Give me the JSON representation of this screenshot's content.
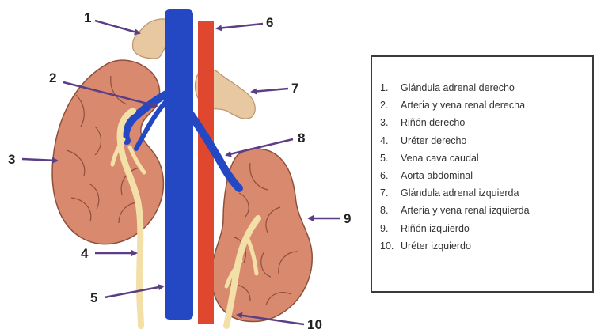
{
  "diagram": {
    "callout_numbers": [
      "1",
      "2",
      "3",
      "4",
      "5",
      "6",
      "7",
      "8",
      "9",
      "10"
    ]
  },
  "colors": {
    "vena_cava": "#2447c4",
    "aorta": "#e0472f",
    "kidney": "#d98a6e",
    "adrenal": "#e8c8a0",
    "ureter": "#f3dfa8",
    "arrow": "#5b3e86"
  },
  "legend": {
    "items": [
      {
        "num": "1.",
        "label": "Glándula adrenal derecho"
      },
      {
        "num": "2.",
        "label": "Arteria y vena renal derecha"
      },
      {
        "num": "3.",
        "label": "Riñón derecho"
      },
      {
        "num": "4.",
        "label": "Uréter derecho"
      },
      {
        "num": "5.",
        "label": "Vena cava caudal"
      },
      {
        "num": "6.",
        "label": "Aorta abdominal"
      },
      {
        "num": "7.",
        "label": "Glándula adrenal izquierda"
      },
      {
        "num": "8.",
        "label": "Arteria y vena renal izquierda"
      },
      {
        "num": "9.",
        "label": "Riñón izquierdo"
      },
      {
        "num": "10.",
        "label": "Uréter izquierdo"
      }
    ]
  }
}
